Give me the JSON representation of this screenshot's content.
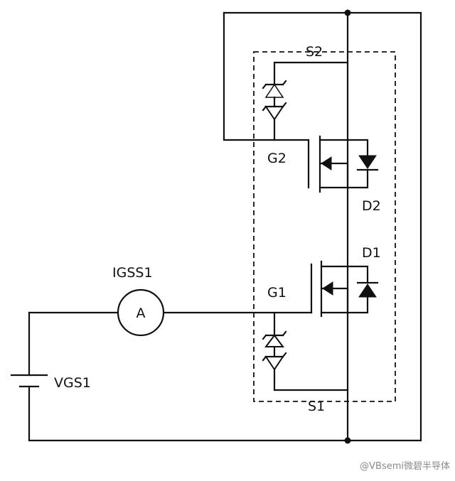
{
  "labels": {
    "s2": "S2",
    "g2": "G2",
    "d2": "D2",
    "d1": "D1",
    "g1": "G1",
    "s1": "S1",
    "igss": "IGSS1",
    "ammeter": "A",
    "vgs": "VGS1"
  },
  "watermark": "@VBsemi微碧半导体"
}
